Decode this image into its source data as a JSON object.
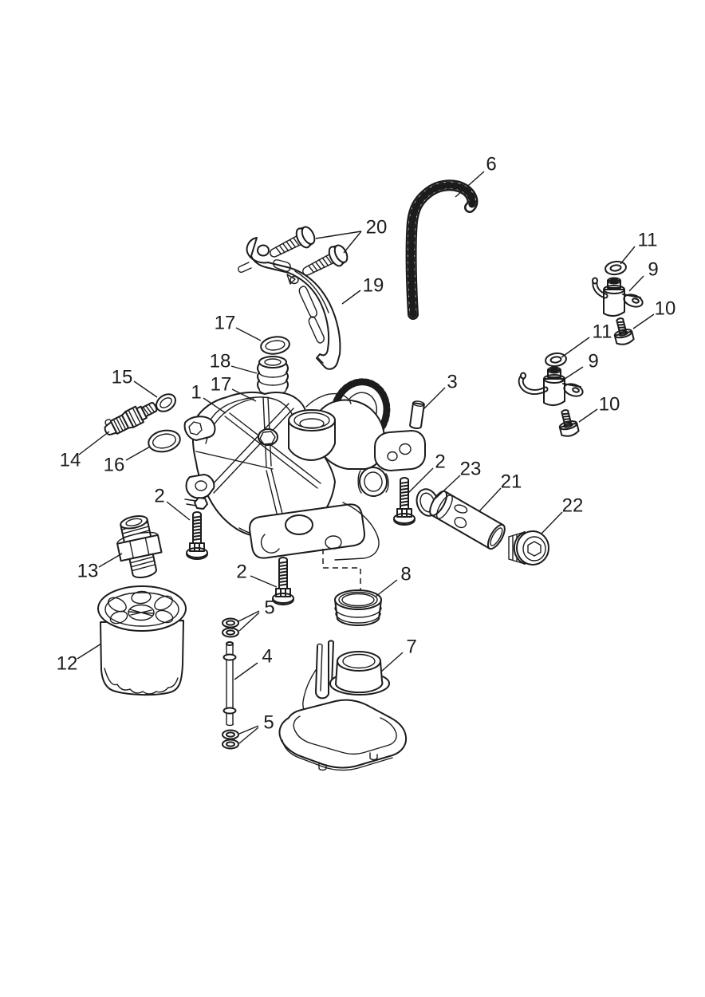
{
  "diagram": {
    "type": "exploded-parts-diagram",
    "background_color": "#ffffff",
    "line_color": "#1c1c1c"
  },
  "callouts": [
    {
      "part": "6"
    },
    {
      "part": "20"
    },
    {
      "part": "19"
    },
    {
      "part": "11"
    },
    {
      "part": "9"
    },
    {
      "part": "10"
    },
    {
      "part": "11"
    },
    {
      "part": "9"
    },
    {
      "part": "10"
    },
    {
      "part": "17"
    },
    {
      "part": "18"
    },
    {
      "part": "17"
    },
    {
      "part": "1"
    },
    {
      "part": "15"
    },
    {
      "part": "14"
    },
    {
      "part": "16"
    },
    {
      "part": "3"
    },
    {
      "part": "2"
    },
    {
      "part": "23"
    },
    {
      "part": "21"
    },
    {
      "part": "22"
    },
    {
      "part": "2"
    },
    {
      "part": "13"
    },
    {
      "part": "12"
    },
    {
      "part": "2"
    },
    {
      "part": "5"
    },
    {
      "part": "4"
    },
    {
      "part": "5"
    },
    {
      "part": "8"
    },
    {
      "part": "7"
    }
  ]
}
